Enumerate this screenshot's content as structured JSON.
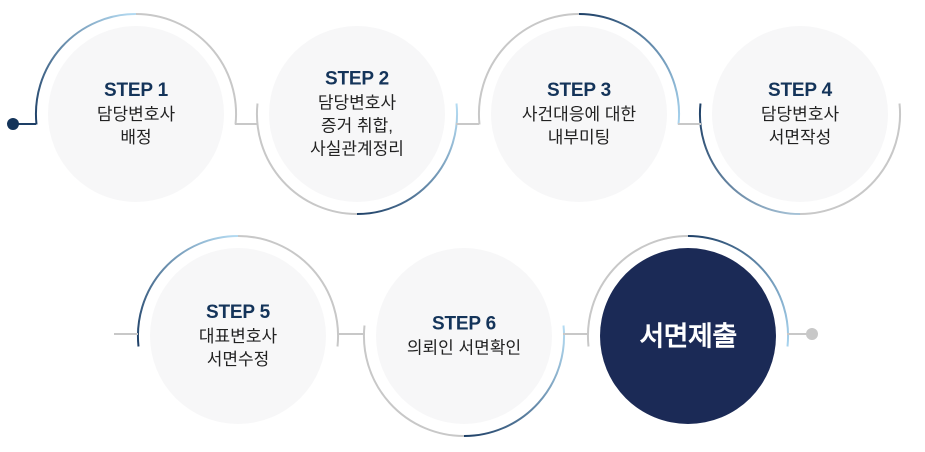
{
  "title": "Process steps",
  "colors": {
    "navy": "#1b2a56",
    "dark_blue": "#1d3f66",
    "light_blue": "#a8d4ef",
    "gray_line": "#c8c8c8",
    "circle_fill": "#f7f7f8",
    "label": "#14345a"
  },
  "steps": [
    {
      "label": "STEP 1",
      "lines": [
        "담당변호사",
        "배정"
      ]
    },
    {
      "label": "STEP 2",
      "lines": [
        "담당변호사",
        "증거 취합,",
        "사실관계정리"
      ]
    },
    {
      "label": "STEP 3",
      "lines": [
        "사건대응에 대한",
        "내부미팅"
      ]
    },
    {
      "label": "STEP 4",
      "lines": [
        "담당변호사",
        "서면작성"
      ]
    },
    {
      "label": "STEP 5",
      "lines": [
        "대표변호사",
        "서면수정"
      ]
    },
    {
      "label": "STEP 6",
      "lines": [
        "의뢰인 서면확인"
      ]
    }
  ],
  "final": {
    "label": "서면제출"
  }
}
